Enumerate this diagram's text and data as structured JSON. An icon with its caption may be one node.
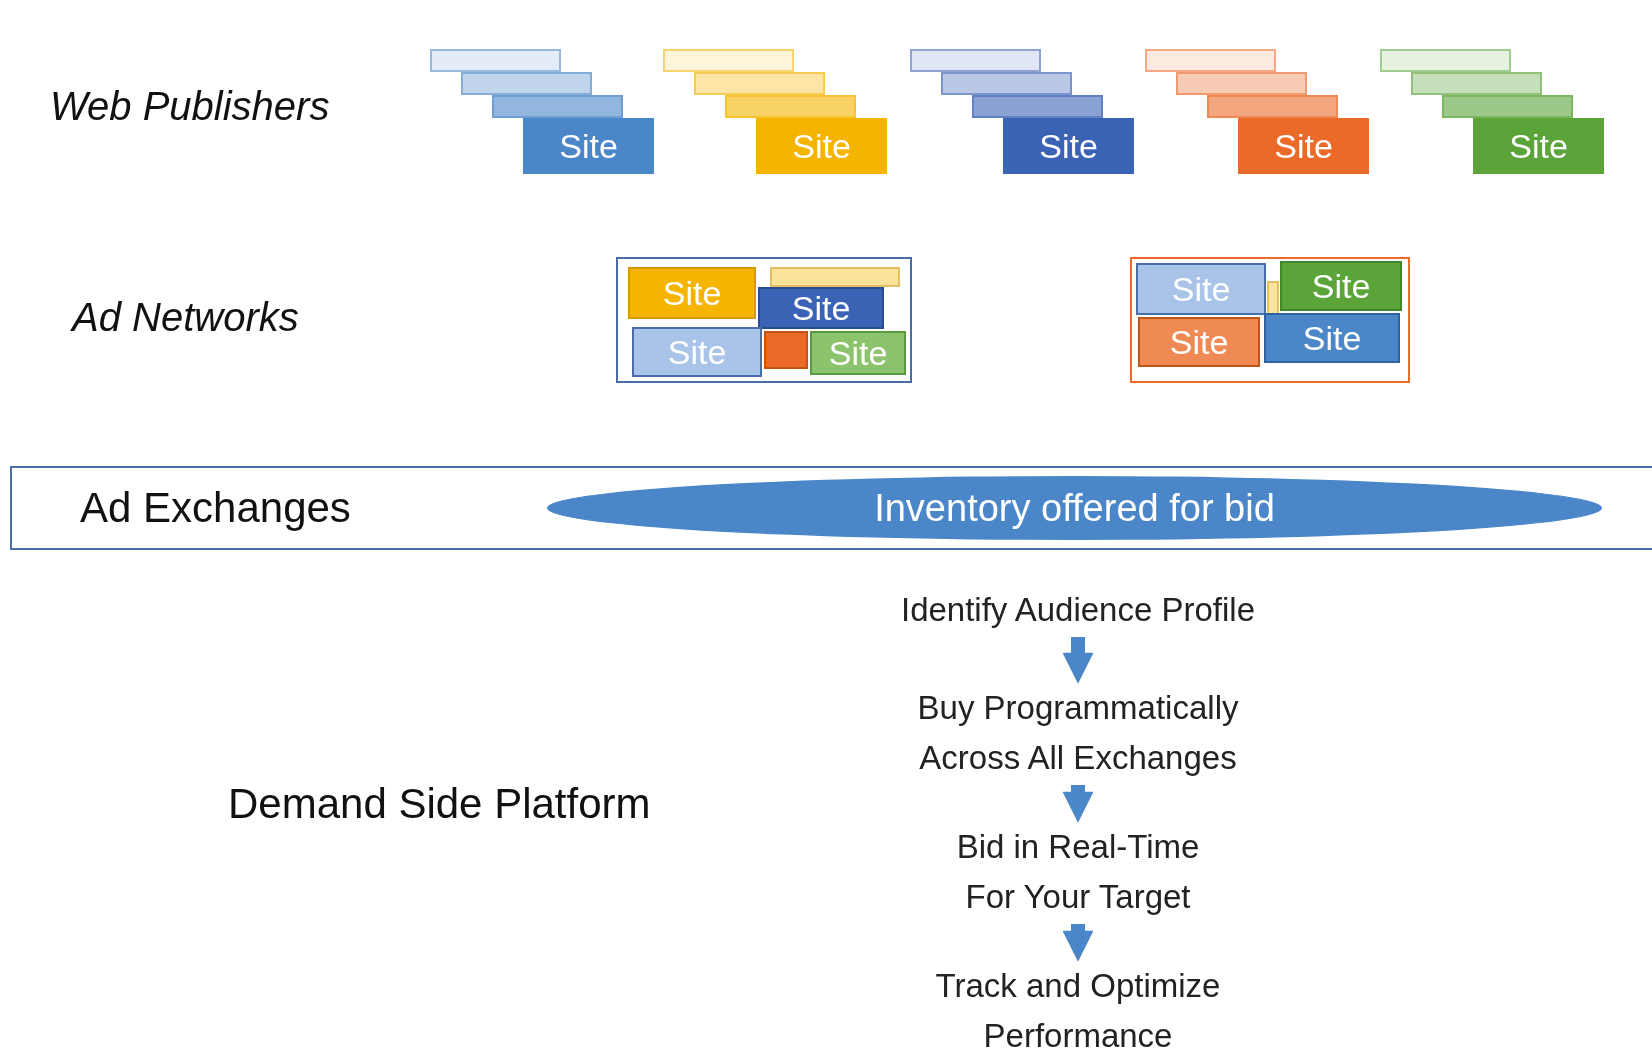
{
  "diagram": {
    "nodes": [
      {
        "text": [],
        "shape": "box"
      },
      {
        "text": [],
        "shape": "box"
      },
      {
        "text": [],
        "shape": "box"
      },
      {
        "text": [
          "Site"
        ]
      },
      {
        "text": [],
        "shape": "box"
      },
      {
        "text": [],
        "shape": "box"
      },
      {
        "text": [],
        "shape": "box"
      },
      {
        "text": [
          "Site"
        ]
      },
      {
        "text": [],
        "shape": "box"
      },
      {
        "text": [],
        "shape": "box"
      },
      {
        "text": [],
        "shape": "box"
      },
      {
        "text": [
          "Site"
        ]
      },
      {
        "text": [],
        "shape": "box"
      },
      {
        "text": [],
        "shape": "box"
      },
      {
        "text": [],
        "shape": "box"
      },
      {
        "text": [
          "Site"
        ]
      },
      {
        "text": [],
        "shape": "box"
      },
      {
        "text": [],
        "shape": "box"
      },
      {
        "text": [],
        "shape": "box"
      },
      {
        "text": [
          "Site"
        ]
      },
      {
        "text": [],
        "shape": "box"
      },
      {
        "text": [
          "Site"
        ],
        "in": 20
      },
      {
        "text": [],
        "shape": "box",
        "in": 20
      },
      {
        "text": [
          "Site"
        ],
        "in": 20
      },
      {
        "text": [],
        "shape": "box",
        "in": 20
      },
      {
        "text": [
          "Site"
        ],
        "in": 20
      },
      {
        "text": [
          "Site"
        ],
        "in": 20
      },
      {
        "text": [],
        "shape": "box"
      },
      {
        "text": [
          "Site"
        ],
        "in": 27
      },
      {
        "text": [],
        "shape": "box",
        "in": 27
      },
      {
        "text": [
          "Site"
        ],
        "in": 27
      },
      {
        "text": [
          "Site"
        ],
        "in": 27
      },
      {
        "text": [
          "Site"
        ],
        "in": 27
      },
      {
        "text": [
          "Ad Exchanges"
        ]
      },
      {
        "text": [
          "Inventory offered for bid"
        ],
        "in": 33
      },
      {
        "text": [
          "Identify Audience Profile"
        ]
      },
      {
        "text": [
          "Buy Programmatically Across All Exchanges"
        ]
      },
      {
        "text": [
          "Bid in Real-Time For Your Target"
        ]
      },
      {
        "text": [
          "Track and Optimize Performance"
        ]
      }
    ],
    "edges": [
      {
        "from": 35,
        "to": 36,
        "arrow": "to"
      },
      {
        "from": 36,
        "to": 37,
        "arrow": "to"
      },
      {
        "from": 37,
        "to": 38,
        "arrow": "to"
      }
    ],
    "labels": [
      "Web Publishers",
      "Ad Networks",
      "Demand Side Platform"
    ]
  }
}
